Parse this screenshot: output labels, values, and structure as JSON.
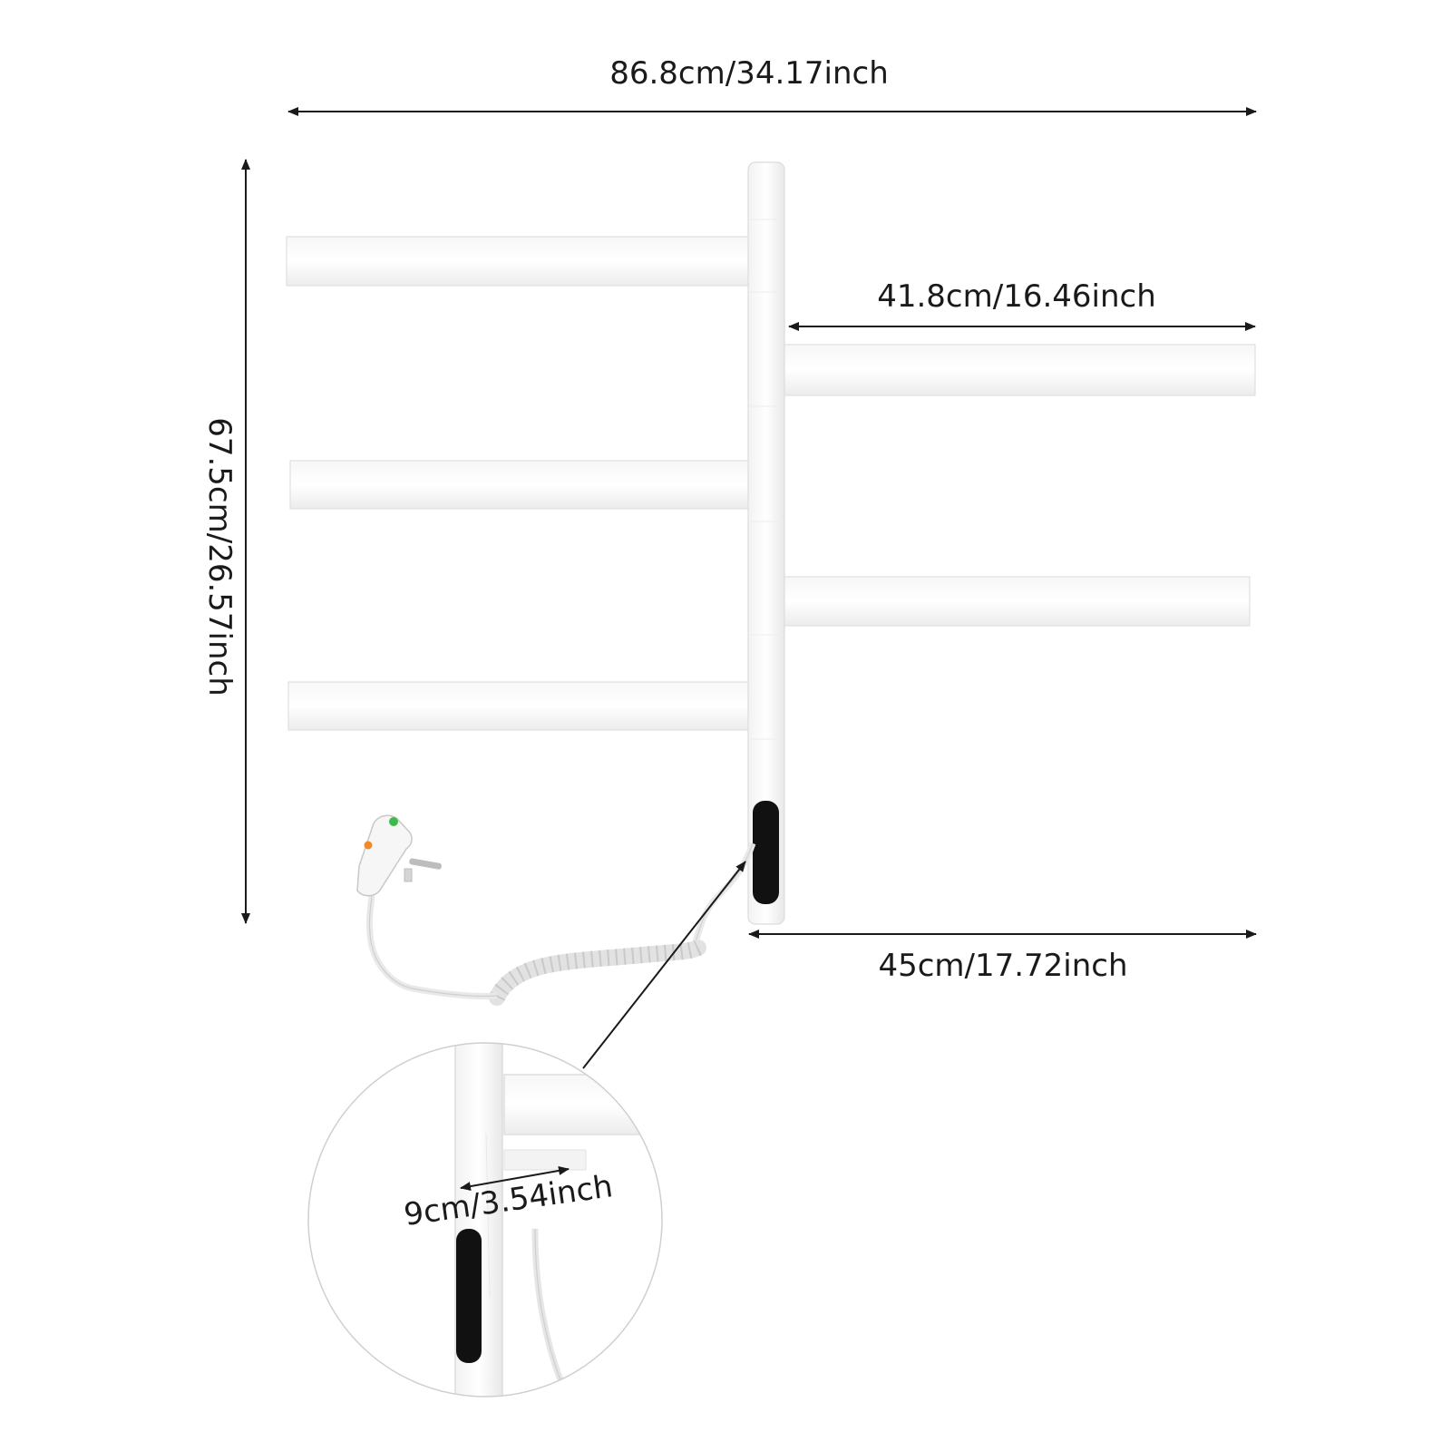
{
  "dimensions": {
    "total_width": "86.8cm/34.17inch",
    "height": "67.5cm/26.57inch",
    "right_bar_length": "41.8cm/16.46inch",
    "bottom_width": "45cm/17.72inch",
    "detail_spacing": "9cm/3.54inch"
  },
  "colors": {
    "rail": "#ffffff",
    "rail_edge": "#dcdcdc",
    "control_panel": "#111111",
    "dimension_line": "#1a1a1a",
    "plug_indicator_green": "#3dbb4a",
    "plug_indicator_orange": "#f08a24"
  }
}
